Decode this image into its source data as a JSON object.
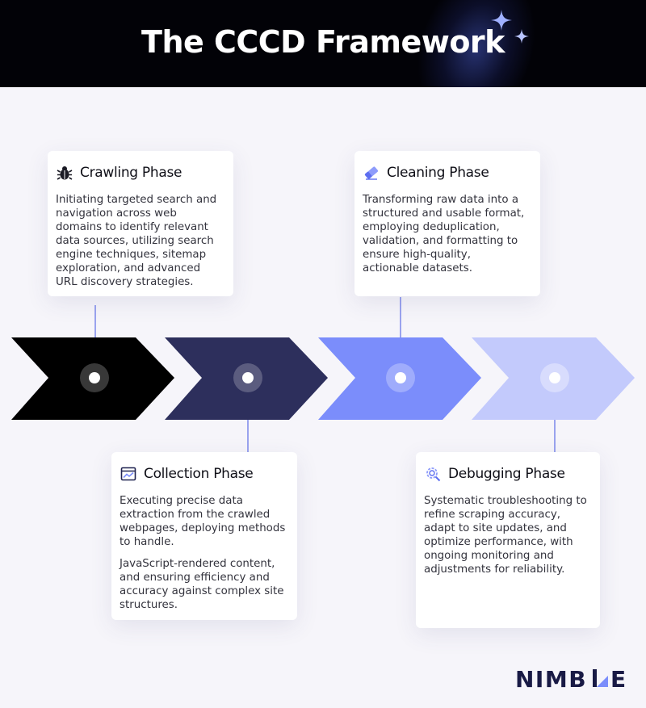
{
  "header": {
    "title": "The CCCD Framework"
  },
  "phases": [
    {
      "title": "Crawling Phase",
      "icon": "bug-icon",
      "paragraphs": [
        "Initiating targeted search and navigation across web domains to identify relevant data sources, utilizing search engine techniques, sitemap exploration, and advanced URL discovery strategies."
      ],
      "color": "#000000"
    },
    {
      "title": "Collection Phase",
      "icon": "browser-chart-icon",
      "paragraphs": [
        "Executing precise data extraction from the crawled webpages, deploying methods to handle.",
        "JavaScript-rendered content, and ensuring efficiency and accuracy against complex site structures."
      ],
      "color": "#2d2f5c"
    },
    {
      "title": "Cleaning Phase",
      "icon": "eraser-icon",
      "paragraphs": [
        "Transforming raw data into a structured and usable format, employing deduplication, validation, and formatting to ensure high-quality, actionable datasets."
      ],
      "color": "#7b8dfb"
    },
    {
      "title": "Debugging Phase",
      "icon": "magnifier-gear-icon",
      "paragraphs": [
        "Systematic troubleshooting to refine scraping accuracy, adapt to site updates, and optimize performance, with ongoing monitoring and adjustments for reliability."
      ],
      "color": "#c3cafc"
    }
  ],
  "logo": {
    "text": "NIMBLE"
  },
  "colors": {
    "header_bg": "#020207",
    "page_bg": "#f6f5fa",
    "connector": "#9aa3ee",
    "logo": "#191a45"
  }
}
